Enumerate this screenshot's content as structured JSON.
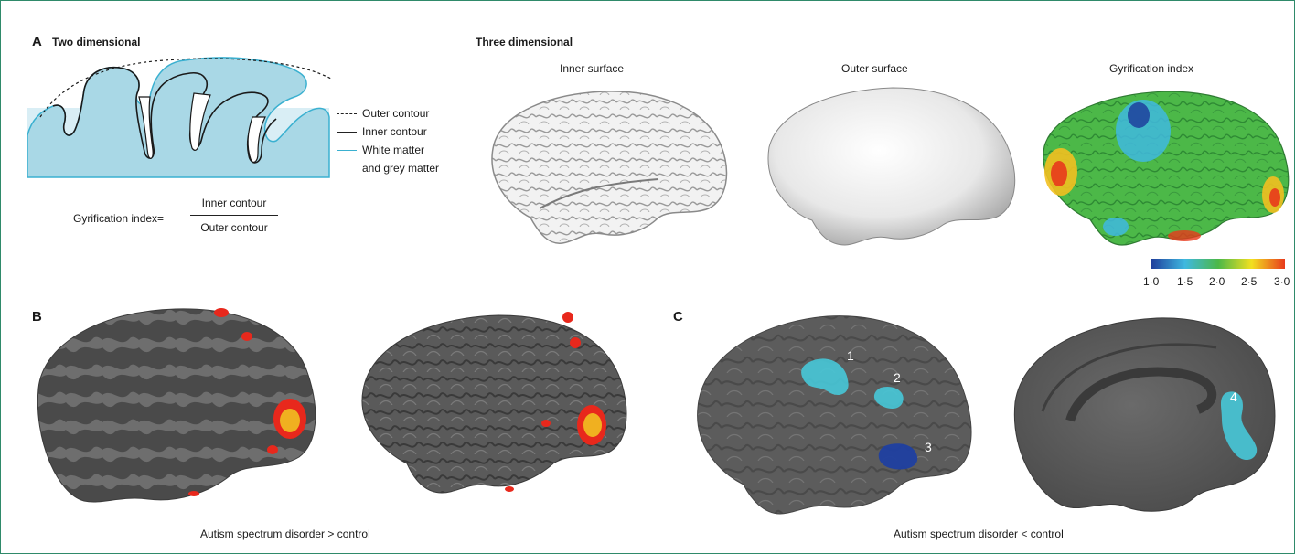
{
  "panel_a": {
    "letter": "A",
    "heading_2d": "Two dimensional",
    "heading_3d": "Three dimensional",
    "legend": [
      {
        "label": "Outer contour",
        "style": "dashed",
        "color": "#222222"
      },
      {
        "label": "Inner contour",
        "style": "solid",
        "color": "#222222"
      },
      {
        "label": "White matter",
        "style": "solid",
        "color": "#3ab0d0"
      },
      {
        "label": "and grey matter",
        "style": "none",
        "color": ""
      }
    ],
    "formula": {
      "lhs": "Gyrification index=",
      "numerator": "Inner contour",
      "denominator": "Outer contour"
    },
    "surfaces": [
      {
        "title": "Inner surface"
      },
      {
        "title": "Outer surface"
      },
      {
        "title": "Gyrification index"
      }
    ],
    "colorbar": {
      "ticks": [
        "1·0",
        "1·5",
        "2·0",
        "2·5",
        "3·0"
      ],
      "colors": [
        "#1f3f9c",
        "#3fb8e0",
        "#4cb848",
        "#f2e020",
        "#e83a1c"
      ]
    }
  },
  "panel_b": {
    "letter": "B",
    "caption": "Autism spectrum disorder > control"
  },
  "panel_c": {
    "letter": "C",
    "caption": "Autism spectrum disorder < control",
    "region_labels": [
      "1",
      "2",
      "3",
      "4"
    ]
  },
  "colors": {
    "frame": "#2f8a6a",
    "wm_fill": "#a9d8e6",
    "bg_fill": "#d9eef5",
    "brain_grey": "#5e5e5e",
    "brain_light": "#8a8a8a",
    "hot": "#e8281c",
    "hot_core": "#f0b020",
    "cold": "#47c8d8",
    "cold_dark": "#1f3fa0"
  }
}
